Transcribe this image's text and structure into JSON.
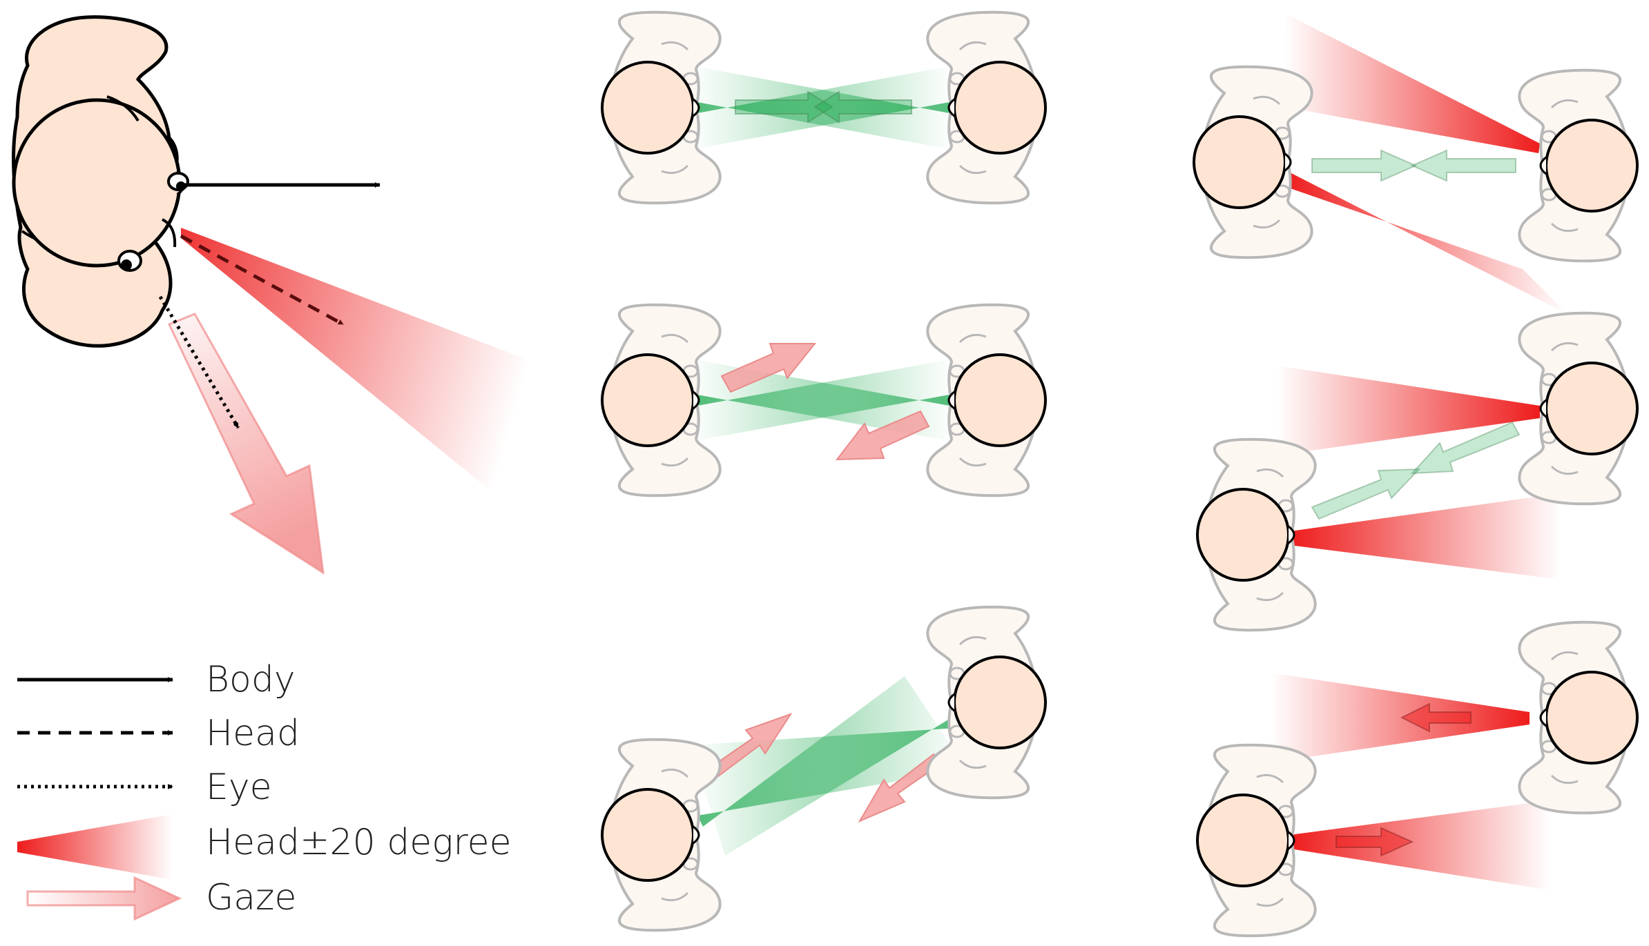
{
  "legend": {
    "items": [
      {
        "label": "Body",
        "style": "solid-arrow"
      },
      {
        "label": "Head",
        "style": "dashed-arrow"
      },
      {
        "label": "Eye",
        "style": "dotted-arrow"
      },
      {
        "label": "Head±20 degree",
        "style": "red-cone"
      },
      {
        "label": "Gaze",
        "style": "pink-arrow"
      }
    ]
  },
  "colors": {
    "skin": "#fde4d3",
    "body_faded": "#fdf7f2",
    "outline": "#000000",
    "outline_faded": "#b8b8b8",
    "mutual": "#1aa84e",
    "head_cone": "#ee1c1c",
    "gaze": "#f5a0a0",
    "head_arrow": "#5a0c0c"
  }
}
